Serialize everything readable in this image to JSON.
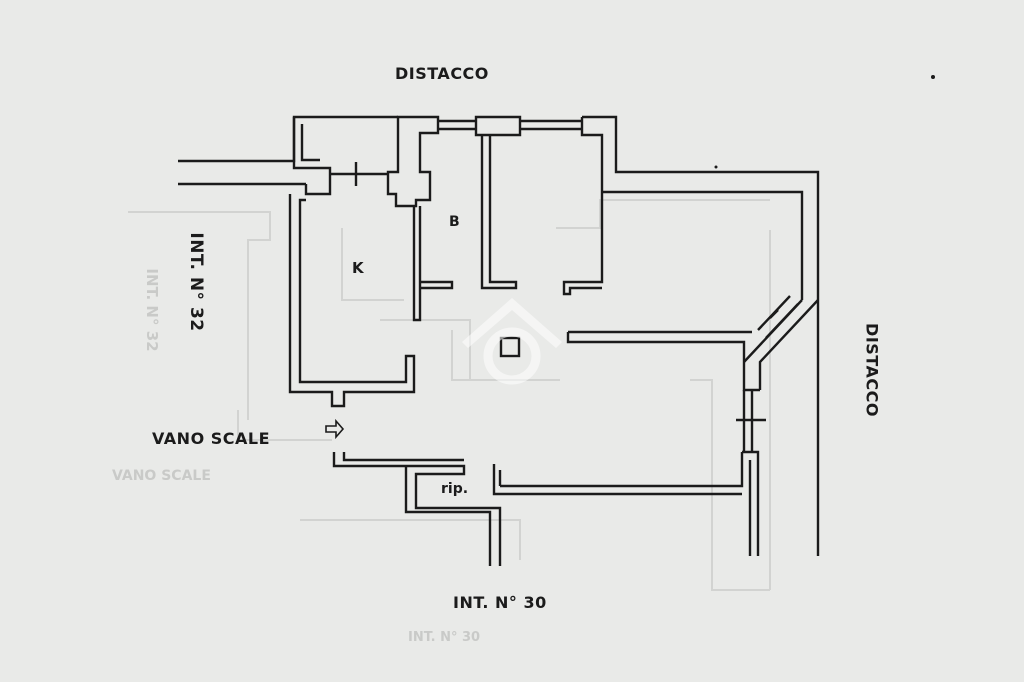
{
  "labels": {
    "top": "DISTACCO",
    "right": "DISTACCO",
    "left_unit": "INT. N° 32",
    "bottom_unit": "INT. N° 30",
    "stairwell": "VANO SCALE",
    "kitchen": "K",
    "bathroom": "B",
    "storage": "rip."
  },
  "ghost_text": {
    "left": "INT. N° 32",
    "stairwell": "VANO SCALE",
    "bottom": "INT. N° 30"
  },
  "icons": {
    "entrance": "arrow-right-icon",
    "watermark": "house-logo-icon"
  },
  "colors": {
    "paper": "#e9eae8",
    "ink": "#1b1b1b",
    "ghost": "#c9cac8"
  }
}
